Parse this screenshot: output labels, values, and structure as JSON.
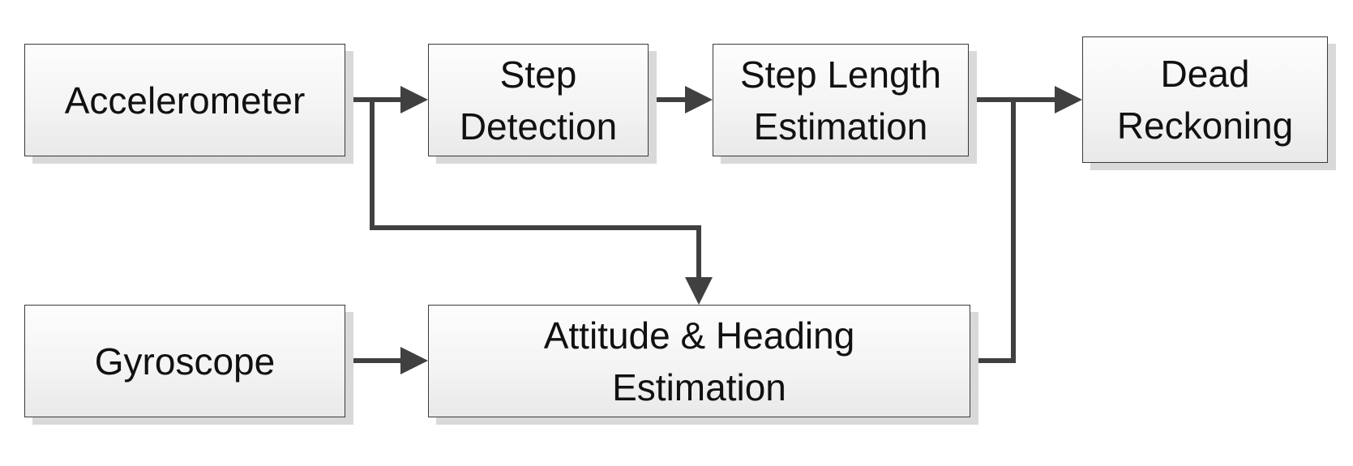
{
  "diagram": {
    "nodes": {
      "accelerometer": {
        "lines": [
          "Accelerometer"
        ]
      },
      "step_detection": {
        "lines": [
          "Step",
          "Detection"
        ]
      },
      "step_length": {
        "lines": [
          "Step Length",
          "Estimation"
        ]
      },
      "dead_reckoning": {
        "lines": [
          "Dead",
          "Reckoning"
        ]
      },
      "gyroscope": {
        "lines": [
          "Gyroscope"
        ]
      },
      "attitude_heading": {
        "lines": [
          "Attitude & Heading",
          "Estimation"
        ]
      }
    },
    "edges": [
      {
        "from": "accelerometer",
        "to": "step_detection"
      },
      {
        "from": "step_detection",
        "to": "step_length"
      },
      {
        "from": "accelerometer",
        "to": "attitude_heading"
      },
      {
        "from": "gyroscope",
        "to": "attitude_heading"
      },
      {
        "from": "step_length",
        "to": "dead_reckoning"
      },
      {
        "from": "attitude_heading",
        "to": "dead_reckoning"
      }
    ],
    "colors": {
      "connector": "#404040",
      "box_border": "#3a3a3a",
      "text": "#111111"
    }
  }
}
